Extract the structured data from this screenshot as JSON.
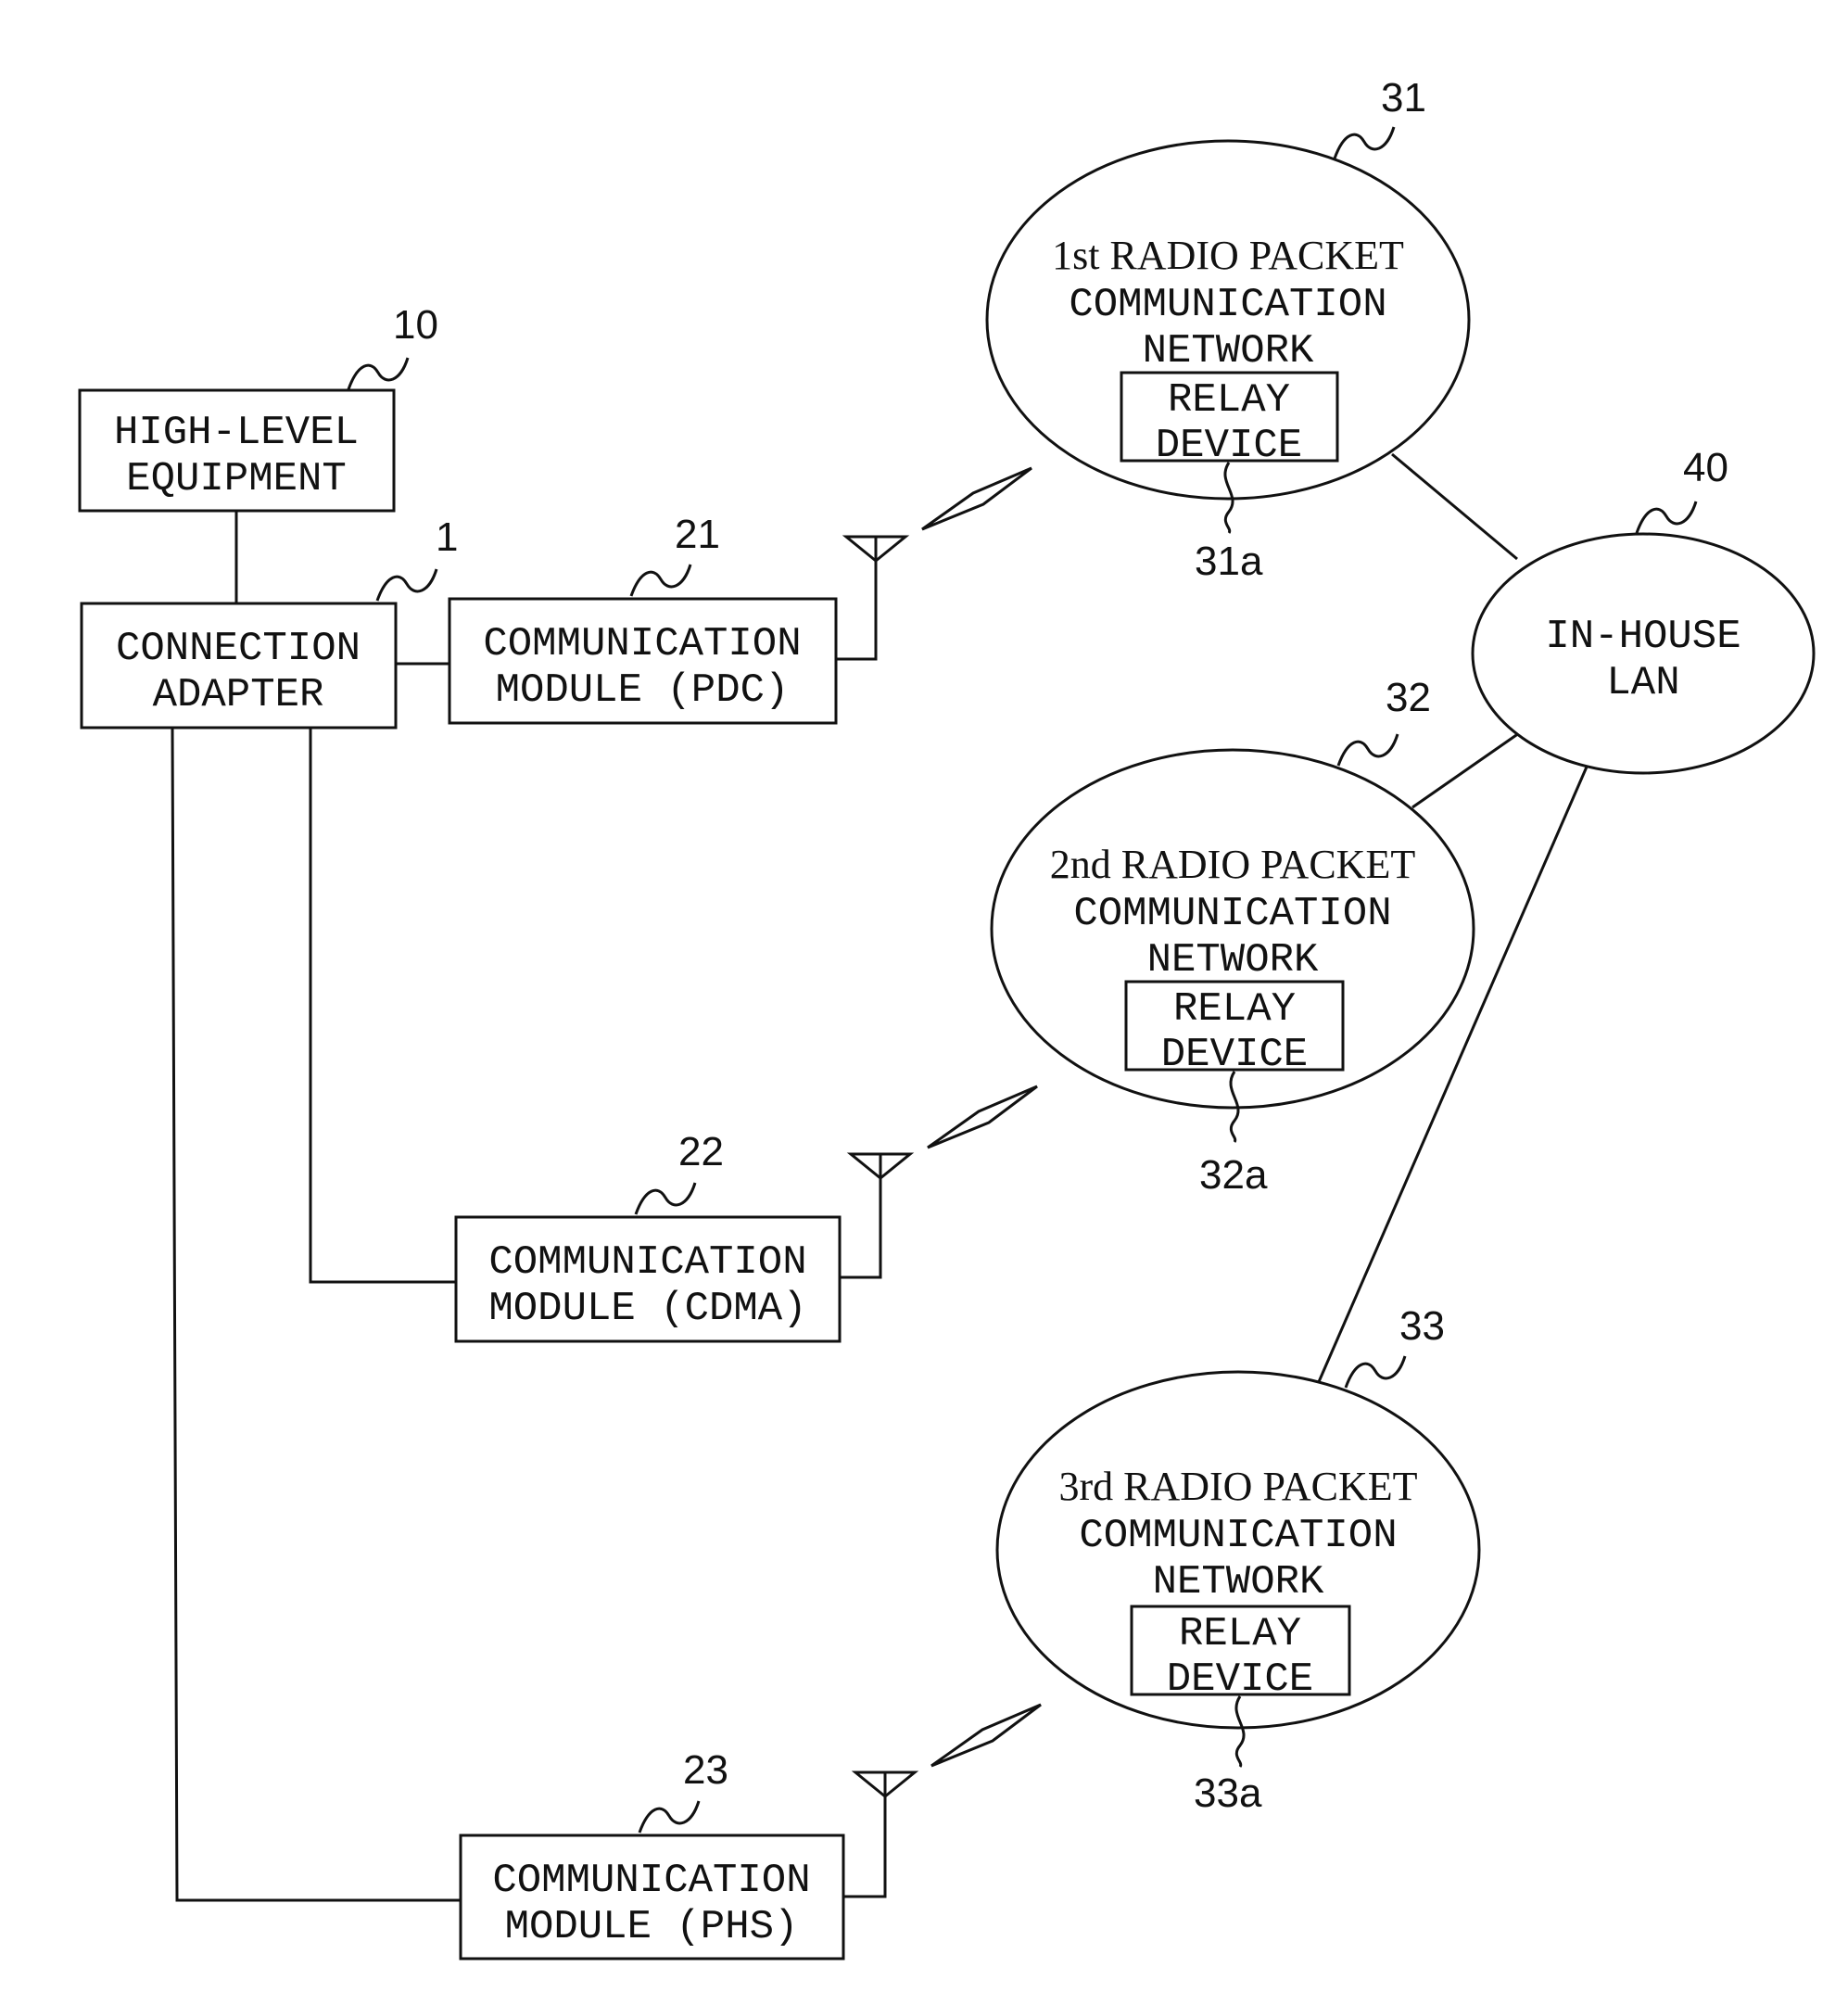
{
  "nodes": {
    "high_level_equipment": {
      "ref": "10",
      "lines": [
        "HIGH-LEVEL",
        "EQUIPMENT"
      ]
    },
    "connection_adapter": {
      "ref": "1",
      "lines": [
        "CONNECTION",
        "ADAPTER"
      ]
    },
    "module_pdc": {
      "ref": "21",
      "lines": [
        "COMMUNICATION",
        "MODULE (PDC)"
      ]
    },
    "module_cdma": {
      "ref": "22",
      "lines": [
        "COMMUNICATION",
        "MODULE (CDMA)"
      ]
    },
    "module_phs": {
      "ref": "23",
      "lines": [
        "COMMUNICATION",
        "MODULE (PHS)"
      ]
    },
    "network_1": {
      "ref": "31",
      "lines": [
        "1st RADIO PACKET",
        "COMMUNICATION",
        "NETWORK"
      ]
    },
    "network_2": {
      "ref": "32",
      "lines": [
        "2nd RADIO PACKET",
        "COMMUNICATION",
        "NETWORK"
      ]
    },
    "network_3": {
      "ref": "33",
      "lines": [
        "3rd RADIO PACKET",
        "COMMUNICATION",
        "NETWORK"
      ]
    },
    "relay_1": {
      "ref": "31a",
      "lines": [
        "RELAY",
        "DEVICE"
      ]
    },
    "relay_2": {
      "ref": "32a",
      "lines": [
        "RELAY",
        "DEVICE"
      ]
    },
    "relay_3": {
      "ref": "33a",
      "lines": [
        "RELAY",
        "DEVICE"
      ]
    },
    "in_house_lan": {
      "ref": "40",
      "lines": [
        "IN-HOUSE",
        "LAN"
      ]
    }
  },
  "edges": [
    {
      "from": "high_level_equipment",
      "to": "connection_adapter",
      "kind": "wire"
    },
    {
      "from": "connection_adapter",
      "to": "module_pdc",
      "kind": "wire"
    },
    {
      "from": "connection_adapter",
      "to": "module_cdma",
      "kind": "wire"
    },
    {
      "from": "connection_adapter",
      "to": "module_phs",
      "kind": "wire"
    },
    {
      "from": "module_pdc",
      "to": "network_1",
      "kind": "radio"
    },
    {
      "from": "module_cdma",
      "to": "network_2",
      "kind": "radio"
    },
    {
      "from": "module_phs",
      "to": "network_3",
      "kind": "radio"
    },
    {
      "from": "network_1",
      "to": "in_house_lan",
      "kind": "wire"
    },
    {
      "from": "network_2",
      "to": "in_house_lan",
      "kind": "wire"
    },
    {
      "from": "network_3",
      "to": "in_house_lan",
      "kind": "wire"
    }
  ]
}
